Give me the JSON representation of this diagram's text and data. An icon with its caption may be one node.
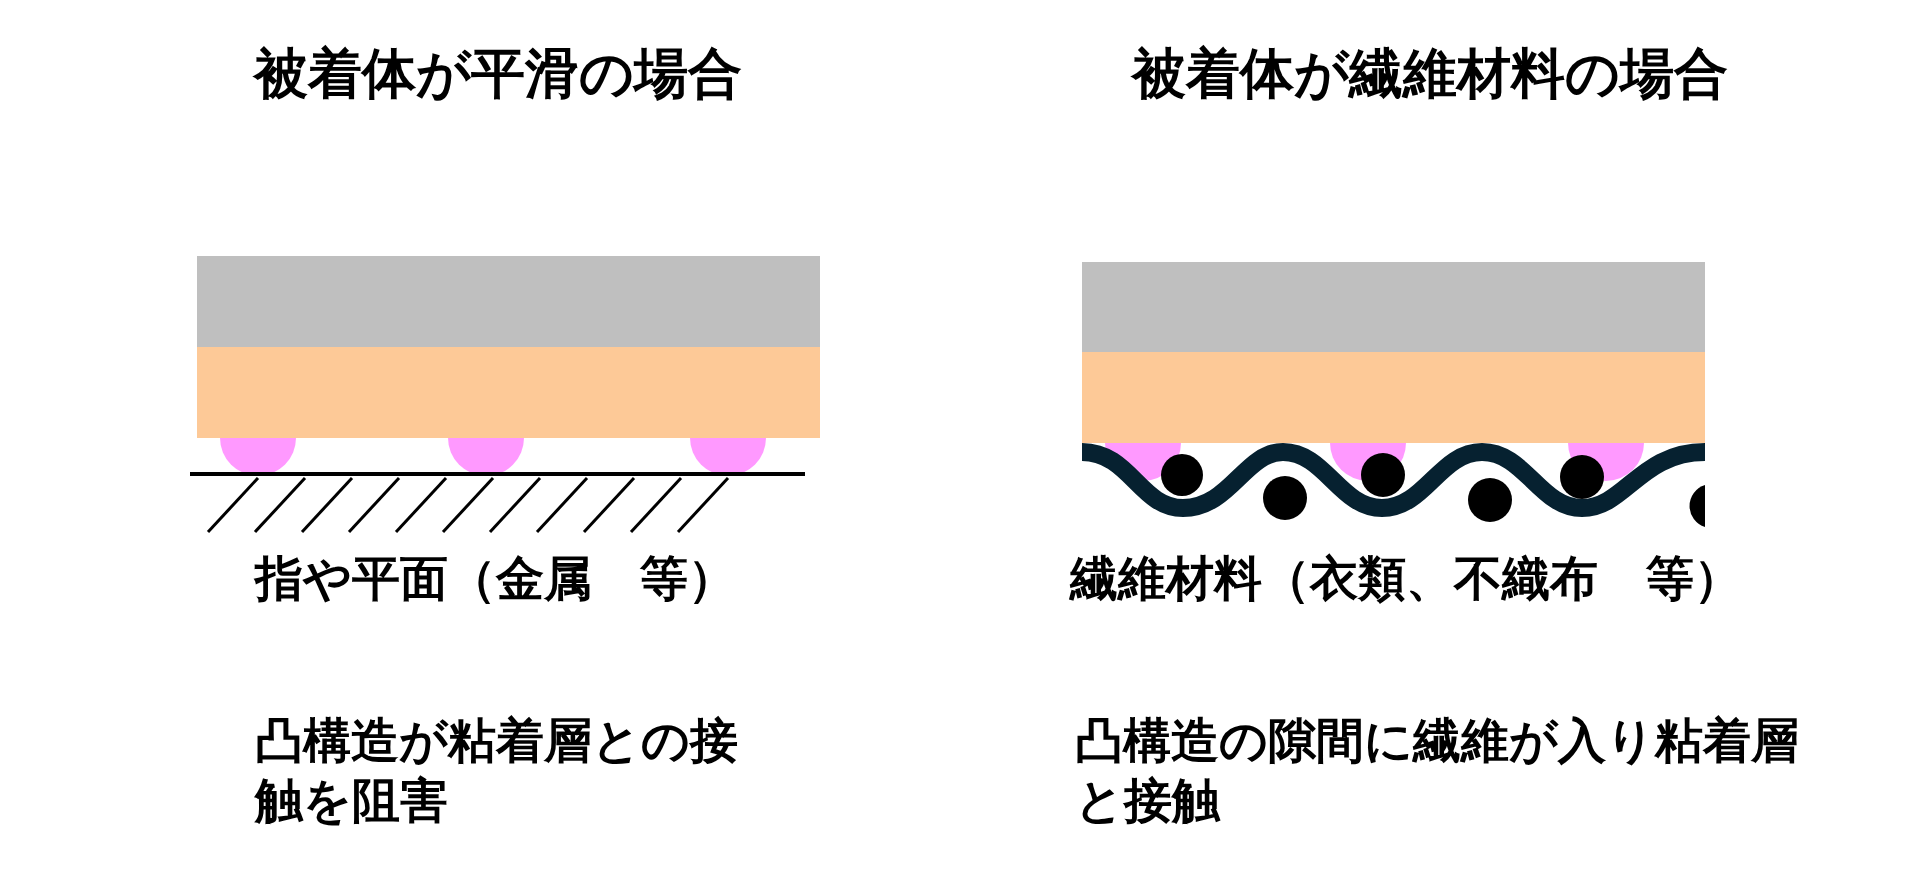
{
  "diagram": {
    "labels": [
      "被着体が平滑の場合",
      "被着体が繊維材料の場合",
      "指や平面（金属　等）",
      "繊維材料（衣類、不織布　等）",
      "凸構造が粘着層との接触を阻害",
      "凸構造の隙間に繊維が入り粘着層と接触"
    ]
  }
}
